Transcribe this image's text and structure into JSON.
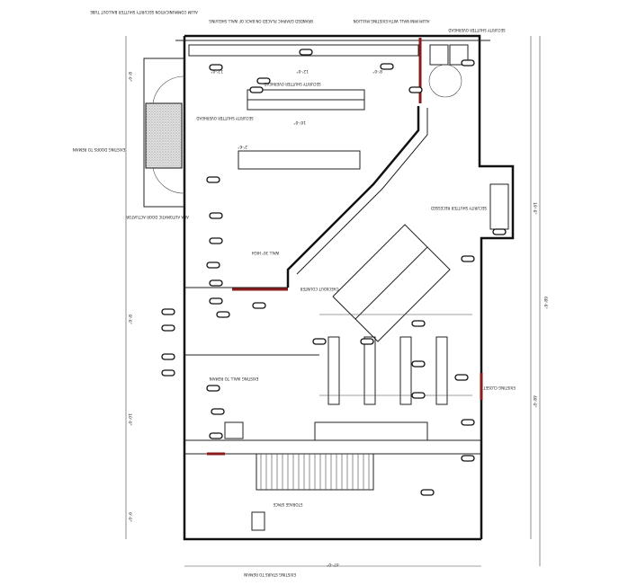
{
  "drawing": {
    "notes": {
      "entry_doors": "EXISTING DOORS TO REMAIN",
      "ada_actuator": "ADA AUTOMATIC DOOR ACTUATOR",
      "shutter_left": "SECURITY SHUTTER OVERHEAD",
      "shutter_top": "SECURITY SHUTTER OVERHEAD",
      "shutter_top_right": "SECURITY SHUTTER OVERHEAD",
      "top_wall": "BRANDED GRAPHIC PLACED ON BACK OF WALL SHELVING",
      "alum_wall": "ALUM MINI WALL WITH EXISTING MULLION",
      "left_top_note": "ALUM COMMUNICATION SECURITY SHUTTER BALLOUT TUBE",
      "wall_36": "WALL 36\" HIGH",
      "checkout": "CHECKOUT COUNTER",
      "existing_wall": "EXISTING WALL TO REMAIN",
      "existing_stairs": "EXISTING STAIRS TO REMAIN",
      "storage": "STORAGE SPACE",
      "existing_closet": "EXISTING CLOSET",
      "right_shutter": "SECURITY SHUTTER RECESSED"
    },
    "dimensions": {
      "overall_height": "68'-6\"",
      "right_upper": "19'-6\"",
      "right_lower": "48'-0\"",
      "bottom_width": "47'-0\"",
      "left_upper": "8'-0\"",
      "left_mid": "8'-6\"",
      "left_lower": "10'-0\"",
      "left_bottom": "9'-0\"",
      "shelf_a": "12'-0\"",
      "shelf_b": "12'-0\"",
      "shelf_c": "8'-0\"",
      "center": "16'-0\"",
      "small": "2'-6\""
    },
    "colors": {
      "line": "#111111",
      "existing_wall": "#8b1a1a",
      "fill_pattern": "#cccccc"
    }
  }
}
